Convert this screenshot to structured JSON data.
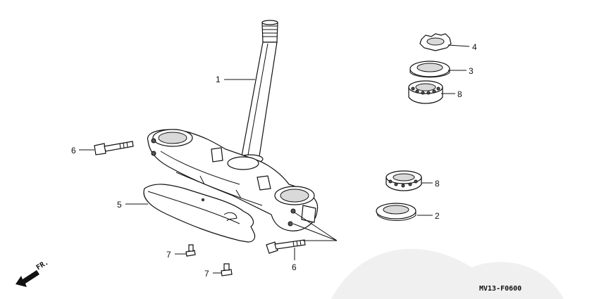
{
  "callouts": {
    "c1": "1",
    "c2": "2",
    "c3": "3",
    "c4": "4",
    "c5": "5",
    "c6a": "6",
    "c6b": "6",
    "c7a": "7",
    "c7b": "7",
    "c8a": "8",
    "c8b": "8"
  },
  "direction_label": "FR.",
  "diagram_code": "MV13-F0600"
}
